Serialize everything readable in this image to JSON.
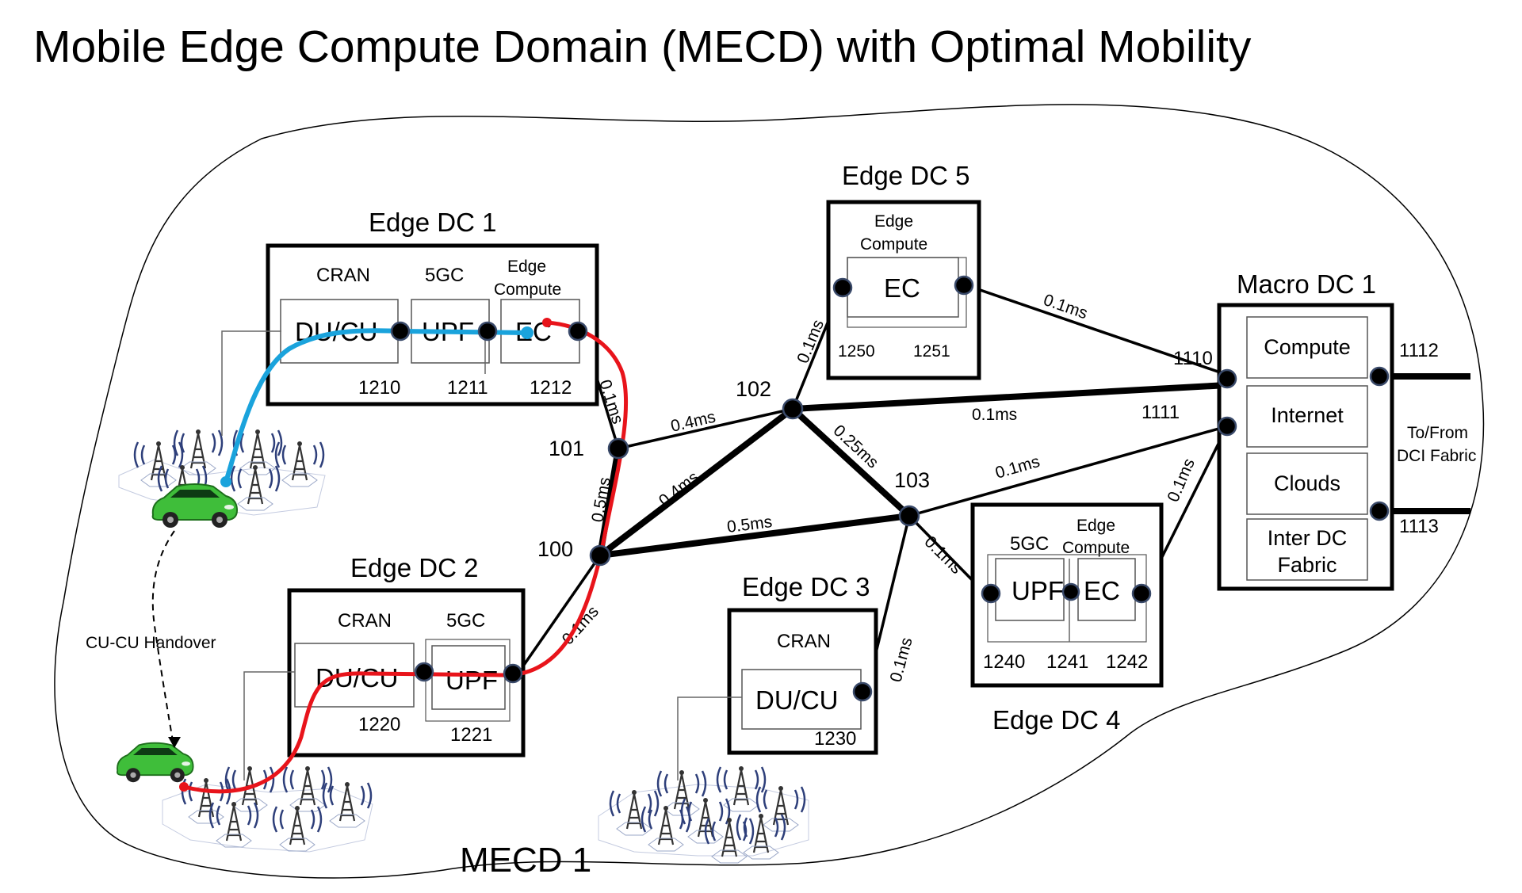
{
  "title": "Mobile Edge Compute Domain (MECD) with Optimal Mobility",
  "domain_label": "MECD 1",
  "colors": {
    "existing_path": "#1aa3dc",
    "new_path": "#e8141b",
    "car": "#3fbe3a",
    "tower": "#2e3f7a"
  },
  "edge_dc1": {
    "title": "Edge DC 1",
    "cran": "CRAN",
    "fivegc": "5GC",
    "edge_compute": "Edge Compute",
    "du_cu": "DU/CU",
    "upf": "UPF",
    "ec": "EC",
    "port_du": "1210",
    "port_upf": "1211",
    "port_ec": "1212"
  },
  "edge_dc2": {
    "title": "Edge DC 2",
    "cran": "CRAN",
    "fivegc": "5GC",
    "du_cu": "DU/CU",
    "upf": "UPF",
    "port_du": "1220",
    "port_upf": "1221"
  },
  "edge_dc3": {
    "title": "Edge DC 3",
    "cran": "CRAN",
    "du_cu": "DU/CU",
    "port_du": "1230"
  },
  "edge_dc4": {
    "title": "Edge DC 4",
    "fivegc": "5GC",
    "edge_compute": "Edge Compute",
    "upf": "UPF",
    "ec": "EC",
    "port_1": "1240",
    "port_2": "1241",
    "port_3": "1242"
  },
  "edge_dc5": {
    "title": "Edge DC 5",
    "edge_compute": "Edge Compute",
    "ec": "EC",
    "port_1": "1250",
    "port_2": "1251"
  },
  "macro_dc1": {
    "title": "Macro DC 1",
    "compute": "Compute",
    "internet": "Internet",
    "clouds": "Clouds",
    "inter_dc_fabric": "Inter DC Fabric",
    "port_1110": "1110",
    "port_1111": "1111",
    "port_1112": "1112",
    "port_1113": "1113",
    "dci": "To/From DCI Fabric"
  },
  "switches": {
    "s100": "100",
    "s101": "101",
    "s102": "102",
    "s103": "103"
  },
  "latencies": {
    "ec1_101": "0.1ms",
    "s100_101": "0.5ms",
    "s101_102": "0.4ms",
    "s100_102": "0.4ms",
    "s100_103": "0.5ms",
    "s102_103": "0.25ms",
    "s102_ec5": "0.1ms",
    "ec5_1110": "0.1ms",
    "s102_1110": "0.1ms",
    "s103_1111": "0.1ms",
    "s103_dc4": "0.1ms",
    "s103_dc3": "0.1ms",
    "dc2_100": "0.1ms",
    "ec4_1111": "0.1ms"
  },
  "handover": "CU-CU Handover"
}
